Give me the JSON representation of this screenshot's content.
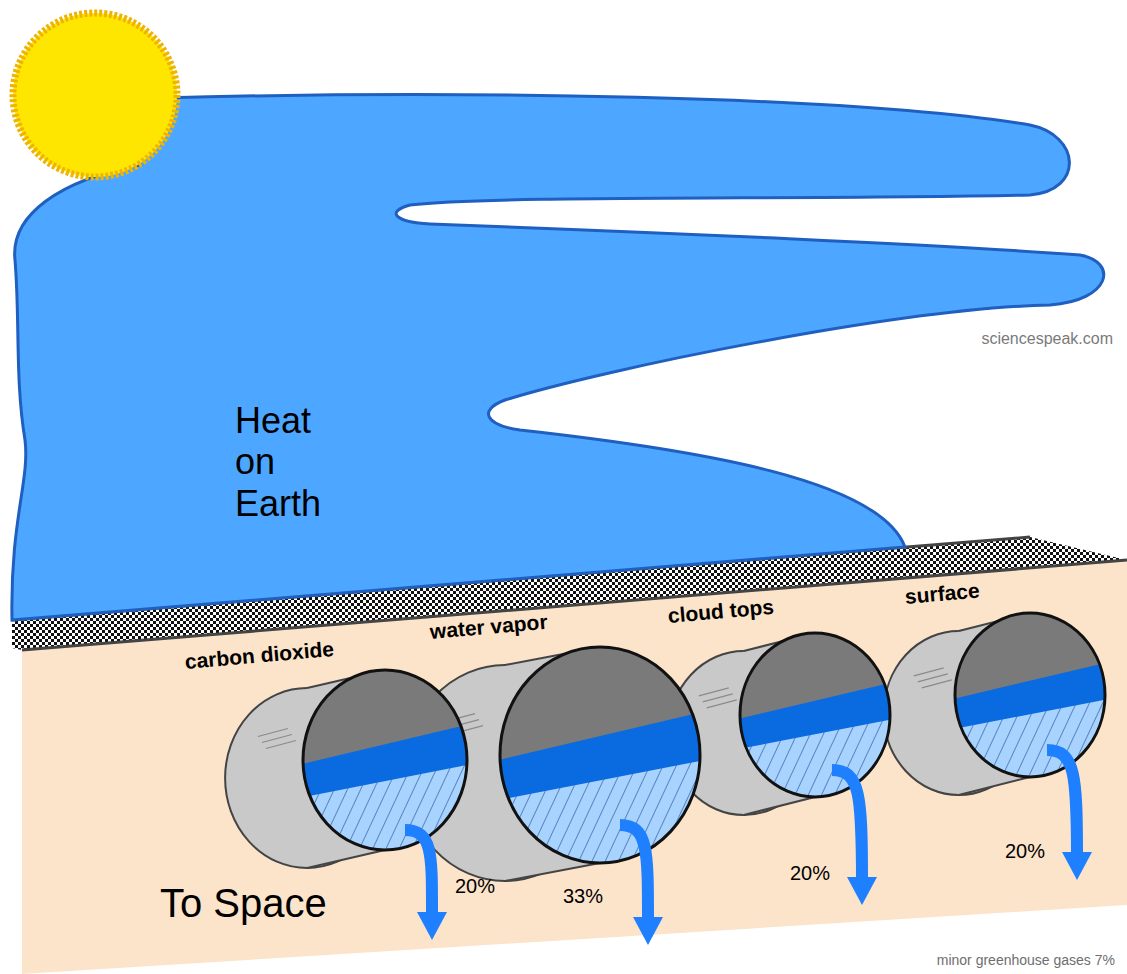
{
  "diagram": {
    "nodes": [
      {
        "text": [
          "Heat on Earth"
        ]
      },
      {
        "text": [
          "carbon dioxide"
        ]
      },
      {
        "text": [
          "water vapor"
        ]
      },
      {
        "text": [
          "cloud tops"
        ]
      },
      {
        "text": [
          "surface"
        ]
      }
    ],
    "labels": [
      "sciencespeak.com",
      "To Space",
      "20%",
      "33%",
      "20%",
      "20%",
      "minor greenhouse gases 7%"
    ]
  }
}
